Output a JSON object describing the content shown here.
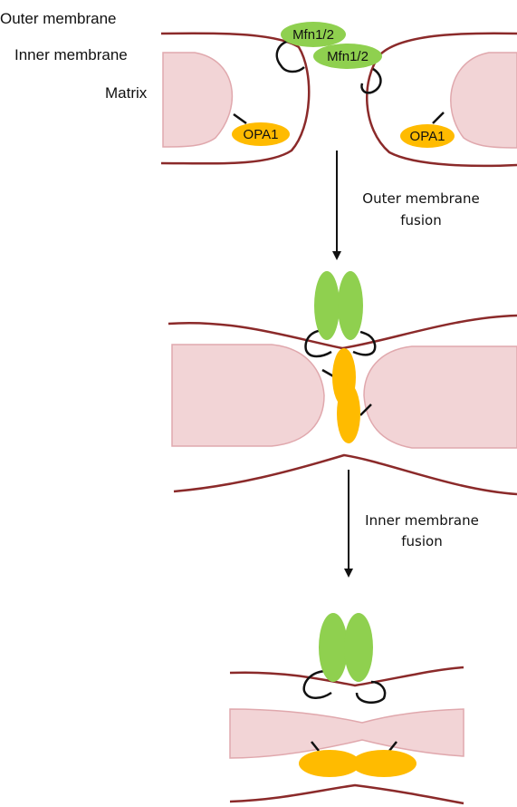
{
  "labels": {
    "outer_membrane": "Outer membrane",
    "inner_membrane": "Inner membrane",
    "matrix": "Matrix"
  },
  "proteins": {
    "mfn_a": "Mfn1/2",
    "mfn_b": "Mfn1/2",
    "opa_left": "OPA1",
    "opa_right": "OPA1"
  },
  "steps": {
    "outer_fusion_line1": "Outer membrane",
    "outer_fusion_line2": "fusion",
    "inner_fusion_line1": "Inner membrane",
    "inner_fusion_line2": "fusion"
  },
  "colors": {
    "outer_membrane": "#8b2a2a",
    "matrix_fill": "#f2d4d6",
    "matrix_edge": "#e0a8ad",
    "mfn": "#8fd04f",
    "opa": "#ffbb00",
    "tether": "#111111",
    "arrow": "#111111"
  }
}
